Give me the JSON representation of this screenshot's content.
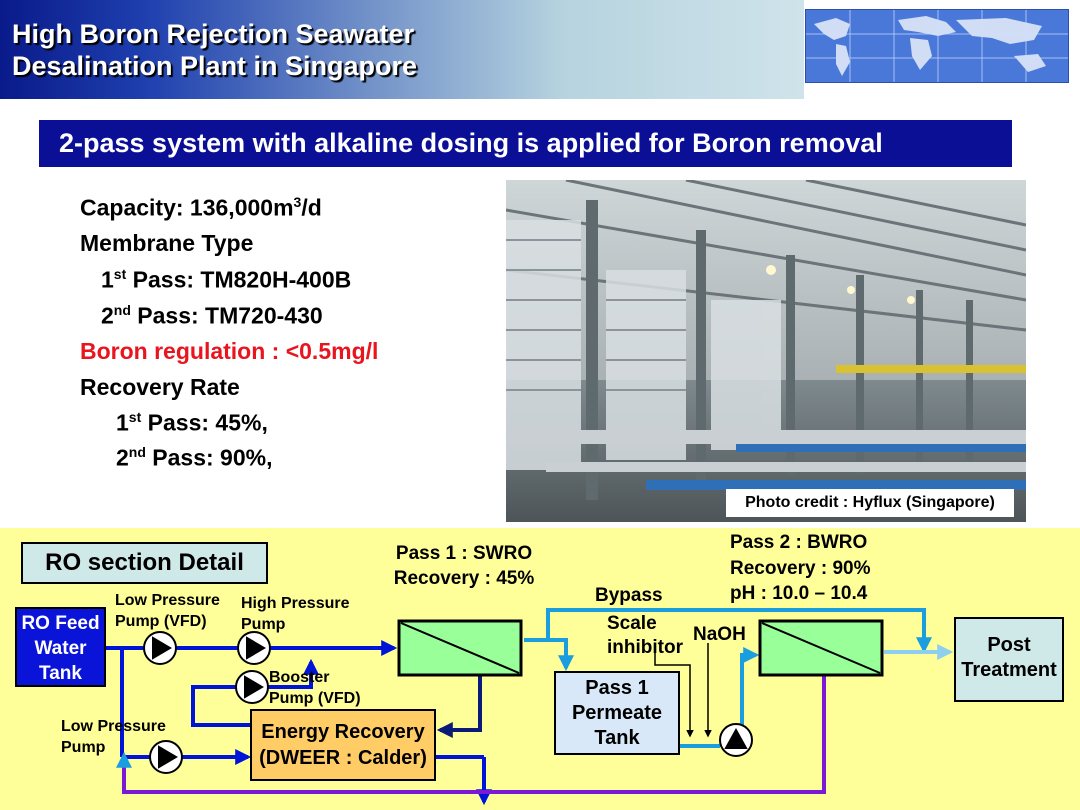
{
  "header": {
    "title": "High Boron Rejection Seawater\nDesalination Plant in Singapore"
  },
  "subtitle": "2-pass system with alkaline dosing is applied for Boron removal",
  "specs": {
    "capacity_a": "Capacity: 136,000m",
    "capacity_sup": "3",
    "capacity_b": "/d",
    "membrane_type": "Membrane Type",
    "p1_num": "1",
    "p1_sup": "st",
    "p1_text": " Pass: TM820H-400B",
    "p2_num": "2",
    "p2_sup": "nd",
    "p2_text": " Pass: TM720-430",
    "boron": "Boron regulation : <0.5mg/l",
    "recovery_rate": "Recovery Rate",
    "r1_num": "1",
    "r1_sup": "st",
    "r1_text": " Pass: 45%,",
    "r2_num": "2",
    "r2_sup": "nd",
    "r2_text": " Pass: 90%,"
  },
  "photo": {
    "credit": "Photo credit : Hyflux (Singapore)"
  },
  "diagram": {
    "section_label": "RO section Detail",
    "feed_tank": "RO Feed\nWater\nTank",
    "lp_pump_vfd": "Low Pressure\nPump (VFD)",
    "hp_pump": "High Pressure\nPump",
    "booster": "Booster\nPump (VFD)",
    "lp_pump": "Low Pressure\nPump",
    "erd": "Energy Recovery\n(DWEER : Calder)",
    "pass1": "Pass 1 : SWRO\nRecovery : 45%",
    "bypass": "Bypass",
    "scale": "Scale\ninhibitor",
    "naoh": "NaOH",
    "pass2": "Pass 2 : BWRO\nRecovery : 90%\npH : 10.0 – 10.4",
    "tank": "Pass 1\nPermeate\nTank",
    "post": "Post\nTreatment"
  },
  "colors": {
    "navy": "#0b0f96",
    "blue_line": "#0014d8",
    "cyan_line": "#1a9ee0",
    "purple_line": "#7a1ad8",
    "membrane": "#99ff99",
    "erd_box": "#ffcc66",
    "tank_box": "#d8e8f8",
    "section_bg": "#ffff99",
    "boron_red": "#e8141e"
  }
}
